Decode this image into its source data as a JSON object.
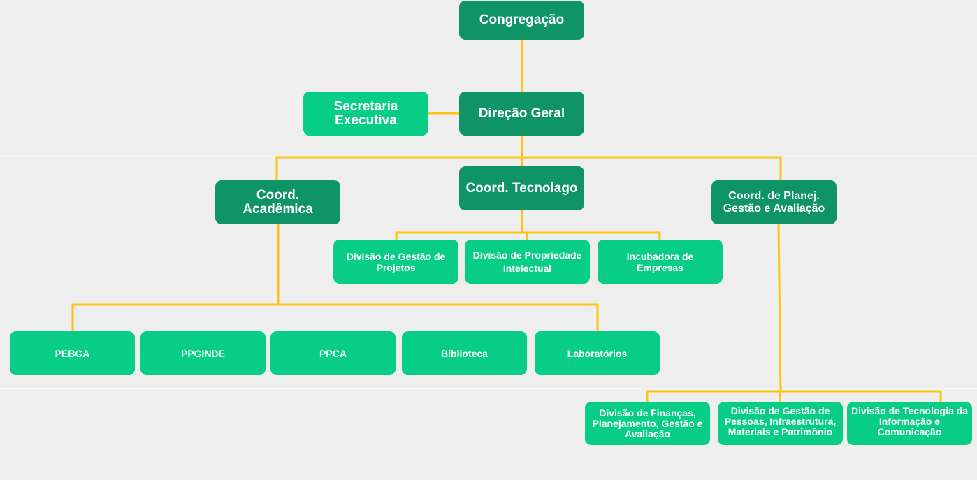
{
  "colors": {
    "background": "#efefef",
    "primary_node": "#0f9467",
    "secondary_node": "#08cd86",
    "connector": "#ffc20e",
    "text": "#ffffff"
  },
  "nodes": {
    "congregacao": "Congregação",
    "direcao_geral": "Direção Geral",
    "secretaria_executiva": "Secretaria Executiva",
    "coord_academica": "Coord. Acadêmica",
    "coord_tecnologia": "Coord. Tecnolago",
    "coord_planejamento": "Coord. de Planej. Gestão e Avaliação",
    "div_gestao_projetos": "Divisão de Gestão de Projetos",
    "div_propriedade_intelectual": "Divisão de Propriedade Intelectual",
    "incubadora_empresas": "Incubadora de Empresas",
    "pebga": "PEBGA",
    "ppginde": "PPGINDE",
    "ppca": "PPCA",
    "biblioteca": "Biblioteca",
    "laboratorios": "Laboratórios",
    "div_financas": "Divisão de Finanças, Planejamento, Gestão e Avaliação",
    "div_gestao_pessoas": "Divisão de Gestão de Pessoas, Infraestrutura, Materiais e Patrimônio",
    "div_tecnologia_informacao": "Divisão de Tecnologia da Informação e Comunicação"
  }
}
